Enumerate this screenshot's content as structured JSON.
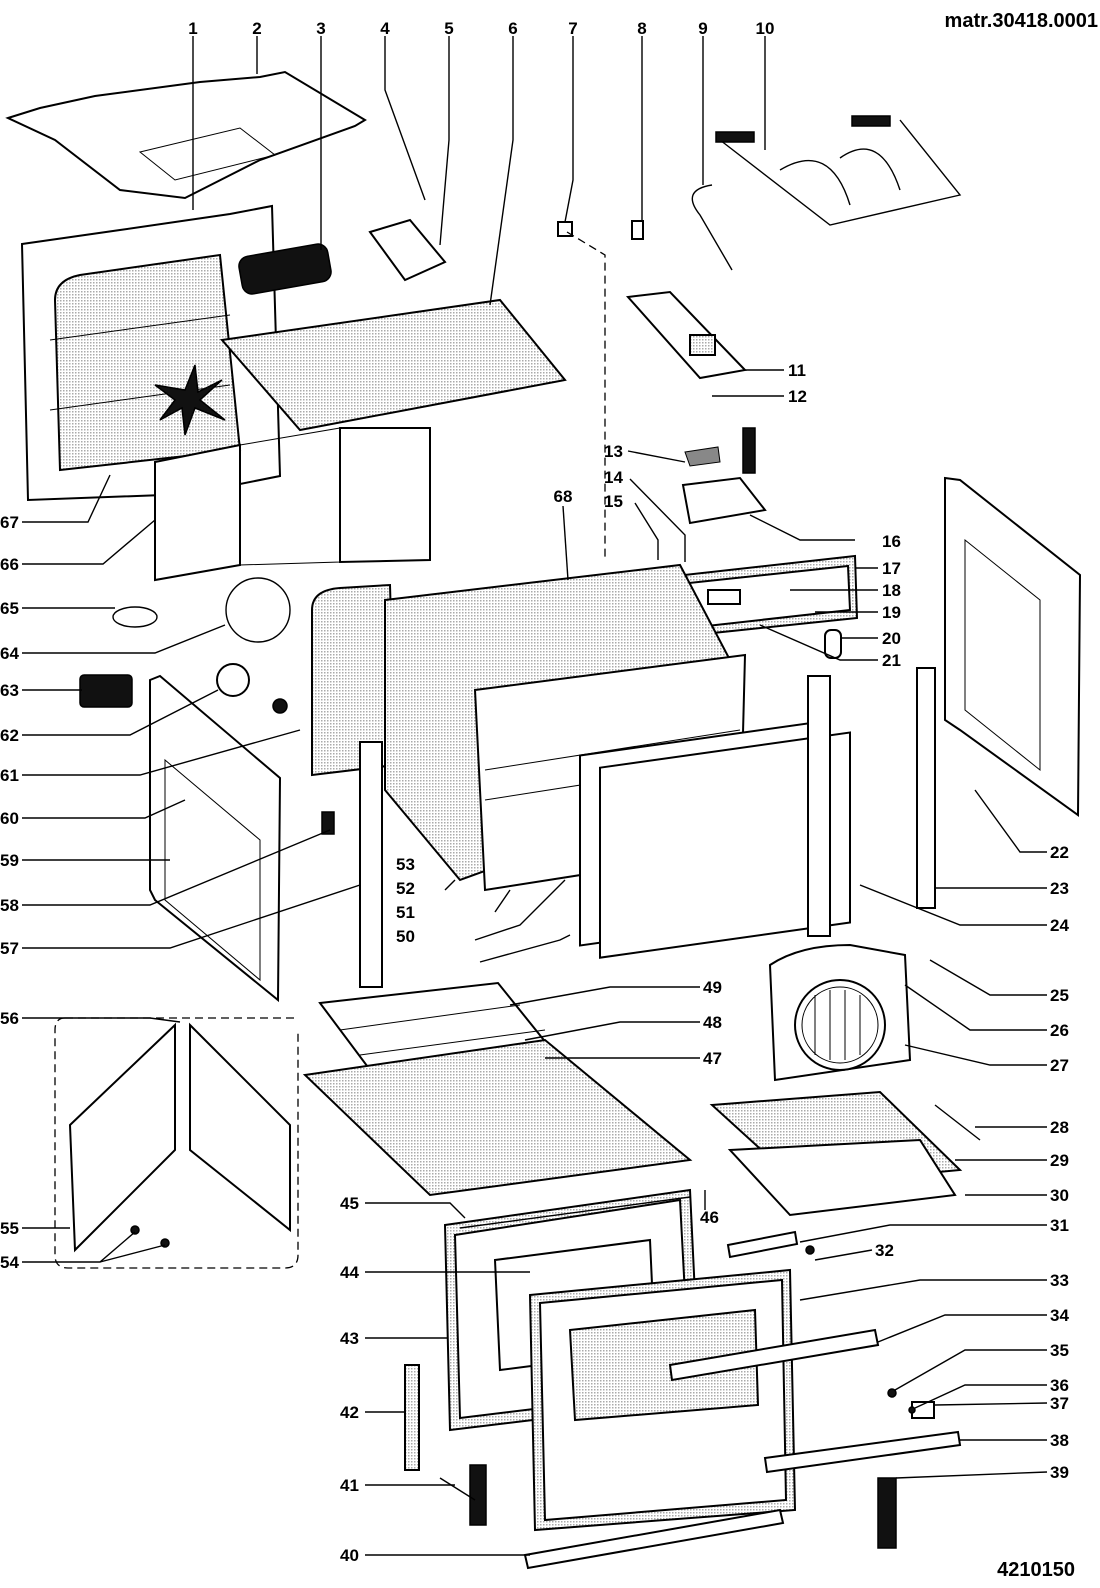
{
  "header": {
    "matr_code": "matr.30418.0001",
    "drawing_number": "4210150"
  },
  "diagram": {
    "type": "exploded-parts-view",
    "subject": "built-in oven",
    "callouts": [
      {
        "id": "1",
        "label": "1"
      },
      {
        "id": "2",
        "label": "2"
      },
      {
        "id": "3",
        "label": "3"
      },
      {
        "id": "4",
        "label": "4"
      },
      {
        "id": "5",
        "label": "5"
      },
      {
        "id": "6",
        "label": "6"
      },
      {
        "id": "7",
        "label": "7"
      },
      {
        "id": "8",
        "label": "8"
      },
      {
        "id": "9",
        "label": "9"
      },
      {
        "id": "10",
        "label": "10"
      },
      {
        "id": "11",
        "label": "11"
      },
      {
        "id": "12",
        "label": "12"
      },
      {
        "id": "13",
        "label": "13"
      },
      {
        "id": "14",
        "label": "14"
      },
      {
        "id": "15",
        "label": "15"
      },
      {
        "id": "16",
        "label": "16"
      },
      {
        "id": "17",
        "label": "17"
      },
      {
        "id": "18",
        "label": "18"
      },
      {
        "id": "19",
        "label": "19"
      },
      {
        "id": "20",
        "label": "20"
      },
      {
        "id": "21",
        "label": "21"
      },
      {
        "id": "22",
        "label": "22"
      },
      {
        "id": "23",
        "label": "23"
      },
      {
        "id": "24",
        "label": "24"
      },
      {
        "id": "25",
        "label": "25"
      },
      {
        "id": "26",
        "label": "26"
      },
      {
        "id": "27",
        "label": "27"
      },
      {
        "id": "28",
        "label": "28"
      },
      {
        "id": "29",
        "label": "29"
      },
      {
        "id": "30",
        "label": "30"
      },
      {
        "id": "31",
        "label": "31"
      },
      {
        "id": "32",
        "label": "32"
      },
      {
        "id": "33",
        "label": "33"
      },
      {
        "id": "34",
        "label": "34"
      },
      {
        "id": "35",
        "label": "35"
      },
      {
        "id": "36",
        "label": "36"
      },
      {
        "id": "37",
        "label": "37"
      },
      {
        "id": "38",
        "label": "38"
      },
      {
        "id": "39",
        "label": "39"
      },
      {
        "id": "40",
        "label": "40"
      },
      {
        "id": "41",
        "label": "41"
      },
      {
        "id": "42",
        "label": "42"
      },
      {
        "id": "43",
        "label": "43"
      },
      {
        "id": "44",
        "label": "44"
      },
      {
        "id": "45",
        "label": "45"
      },
      {
        "id": "46",
        "label": "46"
      },
      {
        "id": "47",
        "label": "47"
      },
      {
        "id": "48",
        "label": "48"
      },
      {
        "id": "49",
        "label": "49"
      },
      {
        "id": "50",
        "label": "50"
      },
      {
        "id": "51",
        "label": "51"
      },
      {
        "id": "52",
        "label": "52"
      },
      {
        "id": "53",
        "label": "53"
      },
      {
        "id": "54",
        "label": "54"
      },
      {
        "id": "55",
        "label": "55"
      },
      {
        "id": "56",
        "label": "56"
      },
      {
        "id": "57",
        "label": "57"
      },
      {
        "id": "58",
        "label": "58"
      },
      {
        "id": "59",
        "label": "59"
      },
      {
        "id": "60",
        "label": "60"
      },
      {
        "id": "61",
        "label": "61"
      },
      {
        "id": "62",
        "label": "62"
      },
      {
        "id": "63",
        "label": "63"
      },
      {
        "id": "64",
        "label": "64"
      },
      {
        "id": "65",
        "label": "65"
      },
      {
        "id": "66",
        "label": "66"
      },
      {
        "id": "67",
        "label": "67"
      },
      {
        "id": "68",
        "label": "68"
      }
    ]
  }
}
